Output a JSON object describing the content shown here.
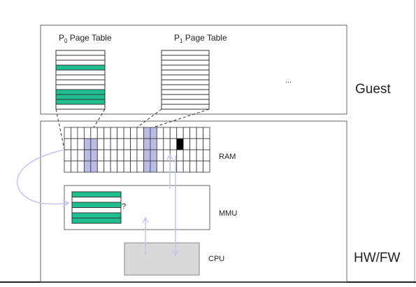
{
  "guest": {
    "label": "Guest",
    "p0_table": {
      "prefix": "P",
      "sub": "0",
      "suffix": " Page Table",
      "rows": 12,
      "highlighted_rows": [
        3,
        8,
        9,
        10
      ]
    },
    "p1_table": {
      "prefix": "P",
      "sub": "1",
      "suffix": " Page Table",
      "rows": 12,
      "highlighted_rows": []
    },
    "ellipsis": "..."
  },
  "hw": {
    "label": "HW/FW",
    "ram": {
      "label": "RAM",
      "cols": 22,
      "rows": 4,
      "highlight_cols": [
        [
          3,
          4
        ],
        [
          12,
          13
        ]
      ],
      "highlight_rows_start": 1,
      "black_cell": {
        "col": 17,
        "row": 1
      }
    },
    "mmu": {
      "label": "MMU",
      "question": "?",
      "rows": 6,
      "highlighted_rows": [
        0,
        2,
        4,
        5
      ]
    },
    "cpu": {
      "label": "CPU"
    }
  },
  "colors": {
    "accent_green": "#1fbf8f",
    "ram_highlight": "#b9bde6",
    "arrow": "#c4c6f0",
    "cpu_fill": "#d9d9d9"
  }
}
